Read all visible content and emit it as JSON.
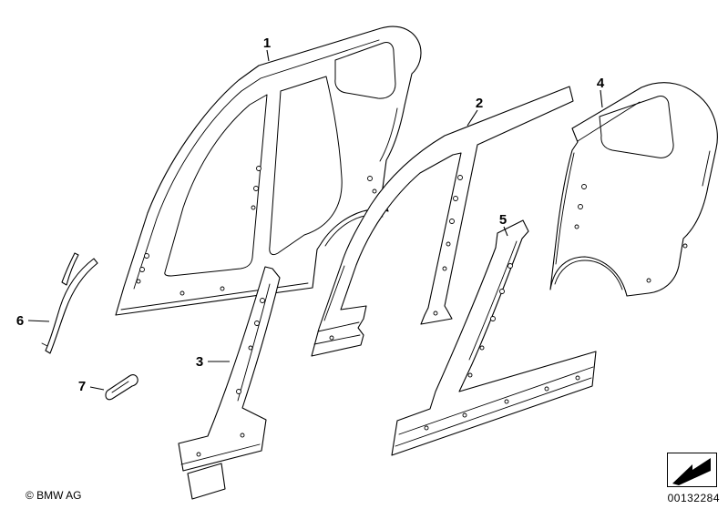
{
  "diagram": {
    "background": "#ffffff",
    "line_color": "#000000",
    "callouts": [
      "1",
      "2",
      "3",
      "4",
      "5",
      "6",
      "7"
    ],
    "footer": {
      "copyright": "© BMW AG",
      "image_number": "00132284",
      "icon": "direction-arrow-icon"
    }
  }
}
